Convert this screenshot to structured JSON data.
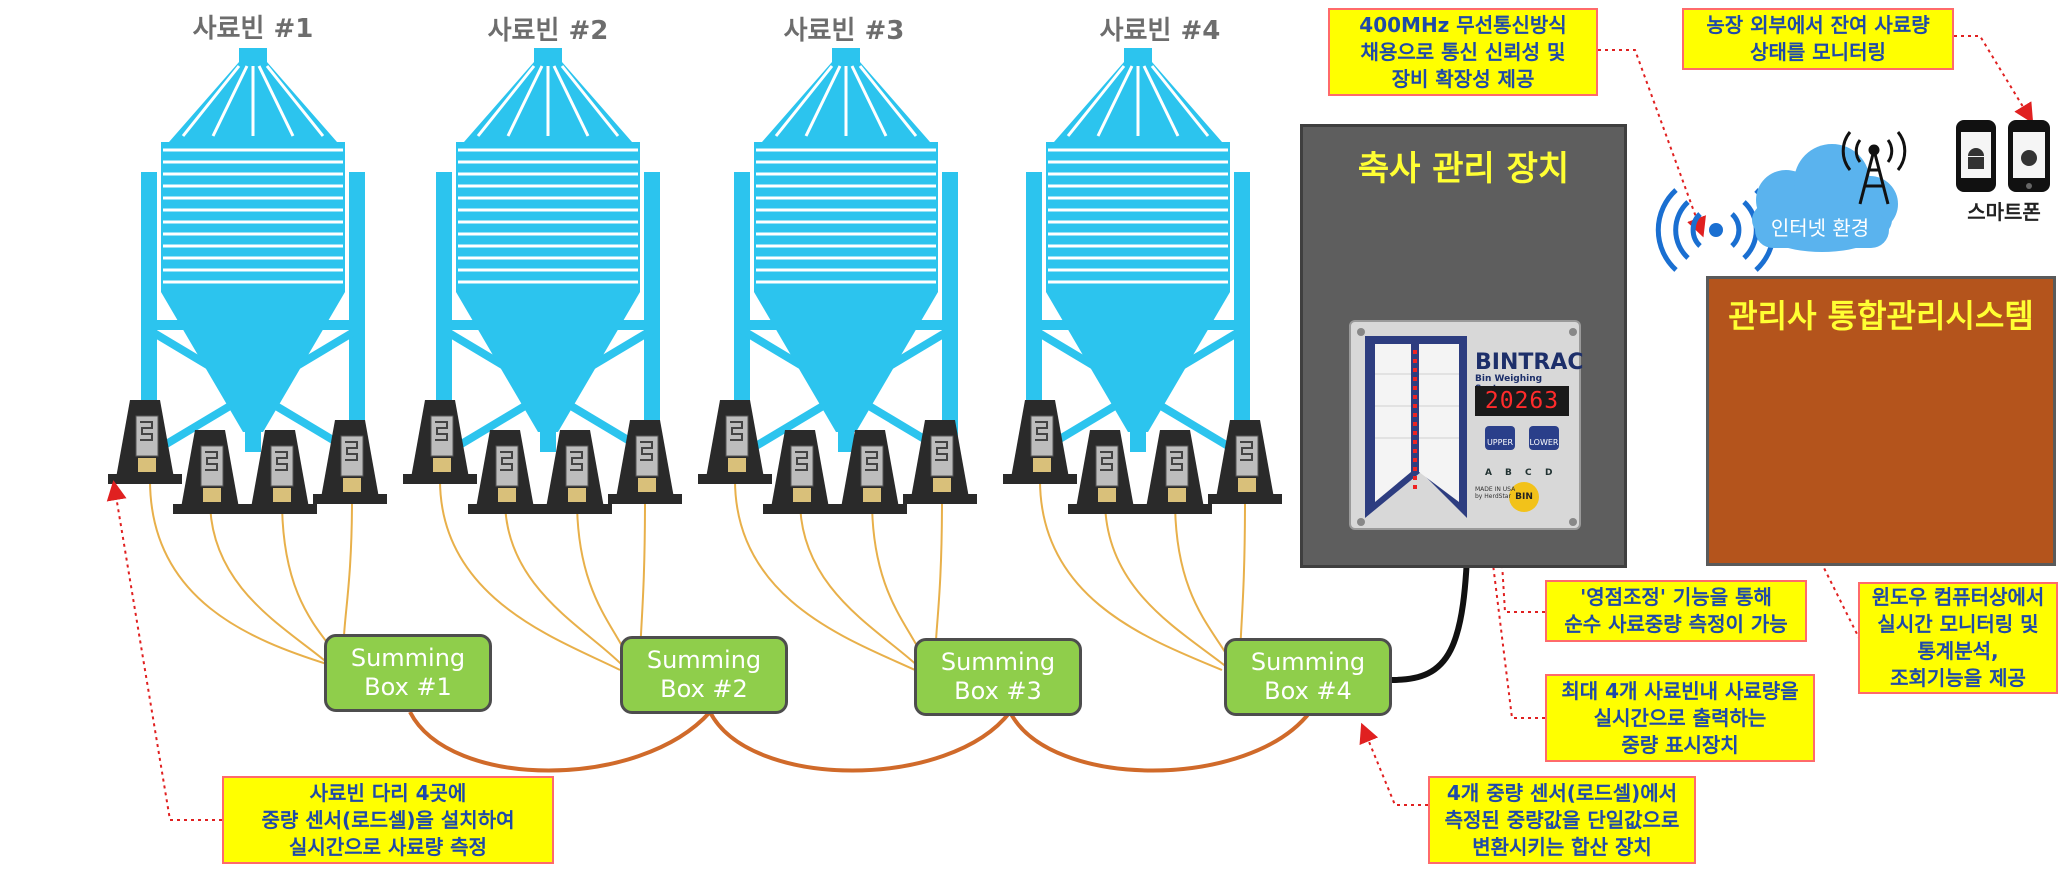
{
  "silos": [
    {
      "label": "사료빈 #1"
    },
    {
      "label": "사료빈 #2"
    },
    {
      "label": "사료빈 #3"
    },
    {
      "label": "사료빈 #4"
    }
  ],
  "summing_boxes": [
    {
      "label": "Summing\nBox #1"
    },
    {
      "label": "Summing\nBox #2"
    },
    {
      "label": "Summing\nBox #3"
    },
    {
      "label": "Summing\nBox #4"
    }
  ],
  "barn_device": {
    "title": "축사 관리 장치",
    "brand": "BINTRAC",
    "subtitle": "Bin Weighing System",
    "display_value": "20263",
    "upper_label": "UPPER",
    "lower_label": "LOWER",
    "channels": [
      "A",
      "B",
      "C",
      "D"
    ],
    "bin_label": "BIN",
    "made_in": "MADE IN USA\nby HerdStar"
  },
  "management": {
    "title": "관리사 통합관리시스템"
  },
  "internet": {
    "label": "인터넷 환경"
  },
  "smartphone": {
    "label": "스마트폰"
  },
  "callouts": {
    "wireless": "400MHz 무선통신방식\n채용으로 통신 신뢰성 및\n장비 확장성 제공",
    "remote": "농장 외부에서 잔여 사료량\n상태를 모니터링",
    "loadcell": "사료빈 다리 4곳에\n중량 센서(로드셀)을 설치하여\n실시간으로 사료량  측정",
    "summing": "4개 중량 센서(로드셀)에서\n측정된 중량값을 단일값으로\n변환시키는 합산 장치",
    "zero": "'영점조정'   기능을 통해\n순수 사료중량 측정이 가능",
    "indicator": "최대 4개 사료빈내 사료량을\n실시간으로 출력하는\n중량 표시장치",
    "windows": "윈도우 컴퓨터상에서\n실시간 모니터링 및\n통계분석,\n조회기능을 제공"
  },
  "colors": {
    "silo": "#2cc4ee",
    "callout_bg": "#ffff00",
    "callout_text": "#1f4aa8",
    "summing_box": "#8fce4b",
    "barn_panel": "#5e5e5e",
    "mgmt_panel": "#b4541c",
    "title_yellow": "#ffff33",
    "wire": "#e8b04a",
    "chain": "#d06a2a"
  }
}
